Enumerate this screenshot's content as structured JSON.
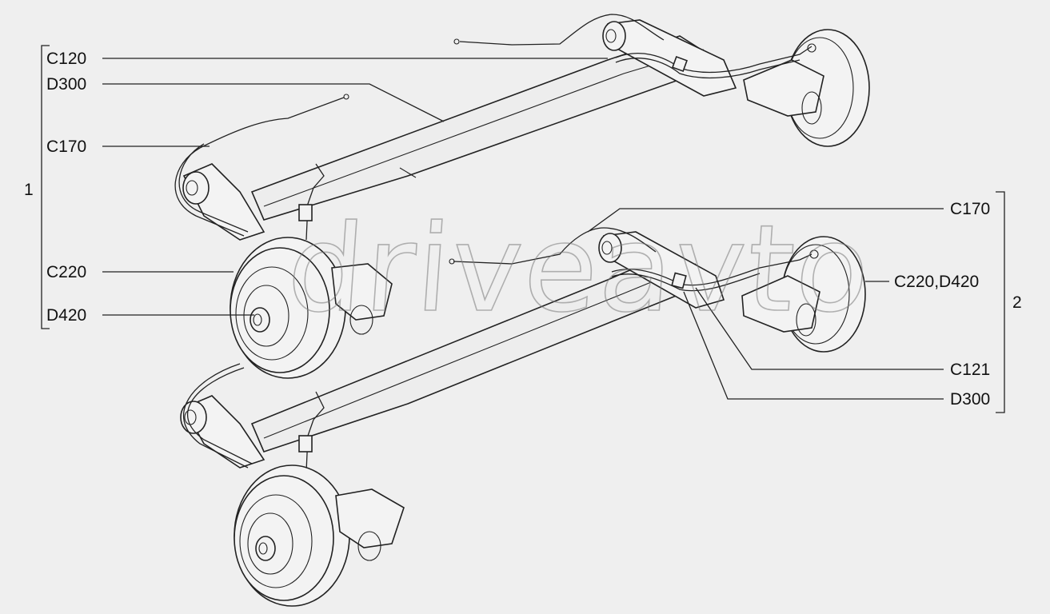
{
  "watermark": "driveavto",
  "groups": [
    {
      "id": "1",
      "label": "1"
    },
    {
      "id": "2",
      "label": "2"
    }
  ],
  "callouts_left": [
    {
      "label": "C120"
    },
    {
      "label": "D300"
    },
    {
      "label": "C170"
    },
    {
      "label": "C220"
    },
    {
      "label": "D420"
    }
  ],
  "callouts_right": [
    {
      "label": "C170"
    },
    {
      "label": "C220,D420"
    },
    {
      "label": "C121"
    },
    {
      "label": "D300"
    }
  ]
}
